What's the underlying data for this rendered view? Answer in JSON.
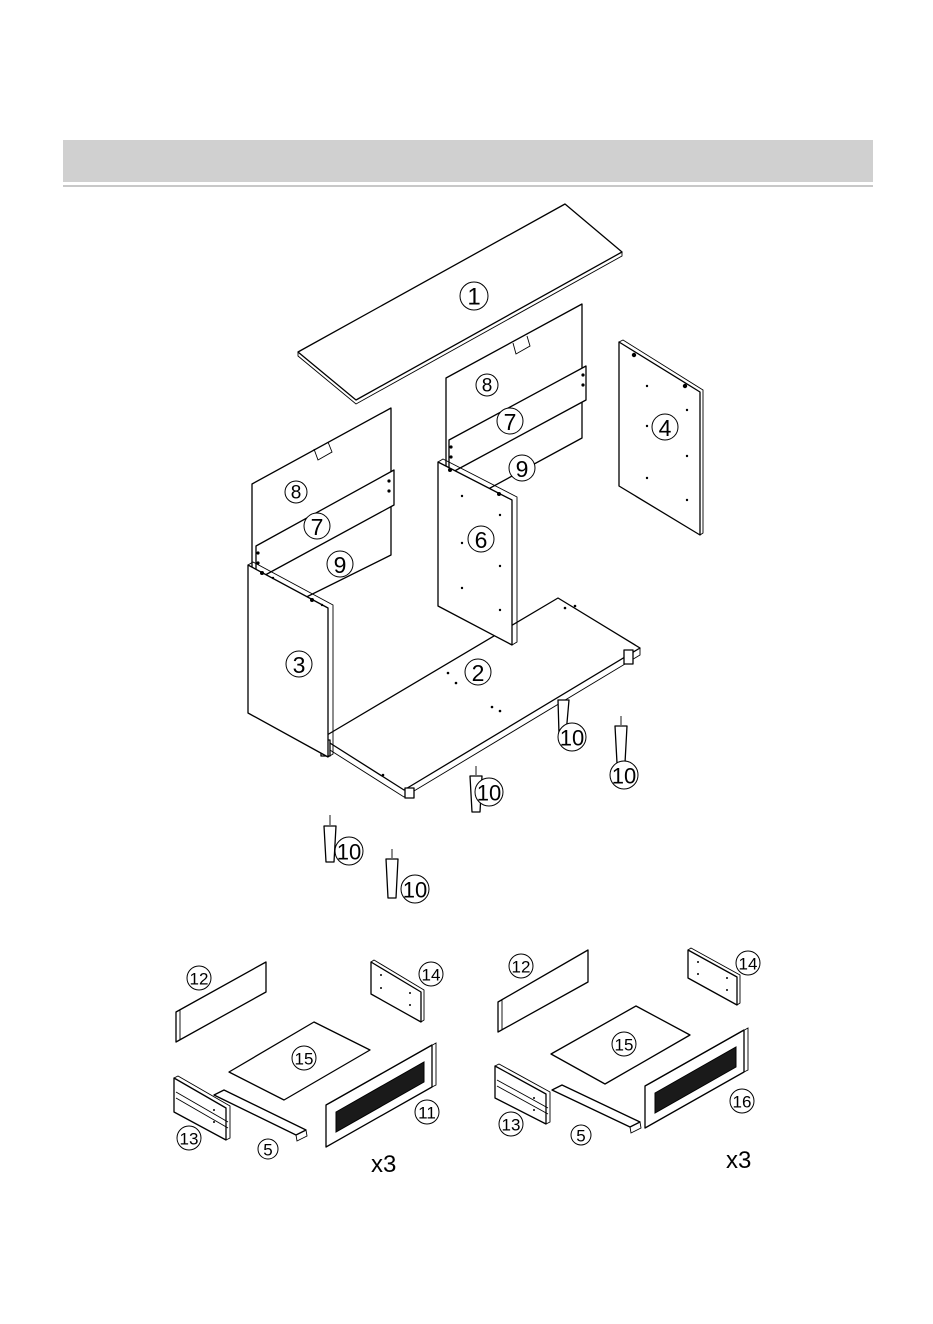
{
  "header": {
    "bar_color": "#d0d0d0"
  },
  "parts": [
    {
      "id": "part-1",
      "label": "1"
    },
    {
      "id": "part-2",
      "label": "2"
    },
    {
      "id": "part-3",
      "label": "3"
    },
    {
      "id": "part-4",
      "label": "4"
    },
    {
      "id": "part-6",
      "label": "6"
    },
    {
      "id": "part-7-left",
      "label": "7"
    },
    {
      "id": "part-7-right",
      "label": "7"
    },
    {
      "id": "part-8-left",
      "label": "8"
    },
    {
      "id": "part-8-right",
      "label": "8"
    },
    {
      "id": "part-9-left",
      "label": "9"
    },
    {
      "id": "part-9-right",
      "label": "9"
    },
    {
      "id": "part-10-a",
      "label": "10"
    },
    {
      "id": "part-10-b",
      "label": "10"
    },
    {
      "id": "part-10-c",
      "label": "10"
    },
    {
      "id": "part-10-d",
      "label": "10"
    },
    {
      "id": "part-10-e",
      "label": "10"
    },
    {
      "id": "drawer-a-12",
      "label": "12"
    },
    {
      "id": "drawer-a-14",
      "label": "14"
    },
    {
      "id": "drawer-a-15",
      "label": "15"
    },
    {
      "id": "drawer-a-13",
      "label": "13"
    },
    {
      "id": "drawer-a-5",
      "label": "5"
    },
    {
      "id": "drawer-a-11",
      "label": "11"
    },
    {
      "id": "drawer-b-12",
      "label": "12"
    },
    {
      "id": "drawer-b-14",
      "label": "14"
    },
    {
      "id": "drawer-b-15",
      "label": "15"
    },
    {
      "id": "drawer-b-13",
      "label": "13"
    },
    {
      "id": "drawer-b-5",
      "label": "5"
    },
    {
      "id": "drawer-b-16",
      "label": "16"
    }
  ],
  "quantities": {
    "drawer_a": "x3",
    "drawer_b": "x3"
  }
}
